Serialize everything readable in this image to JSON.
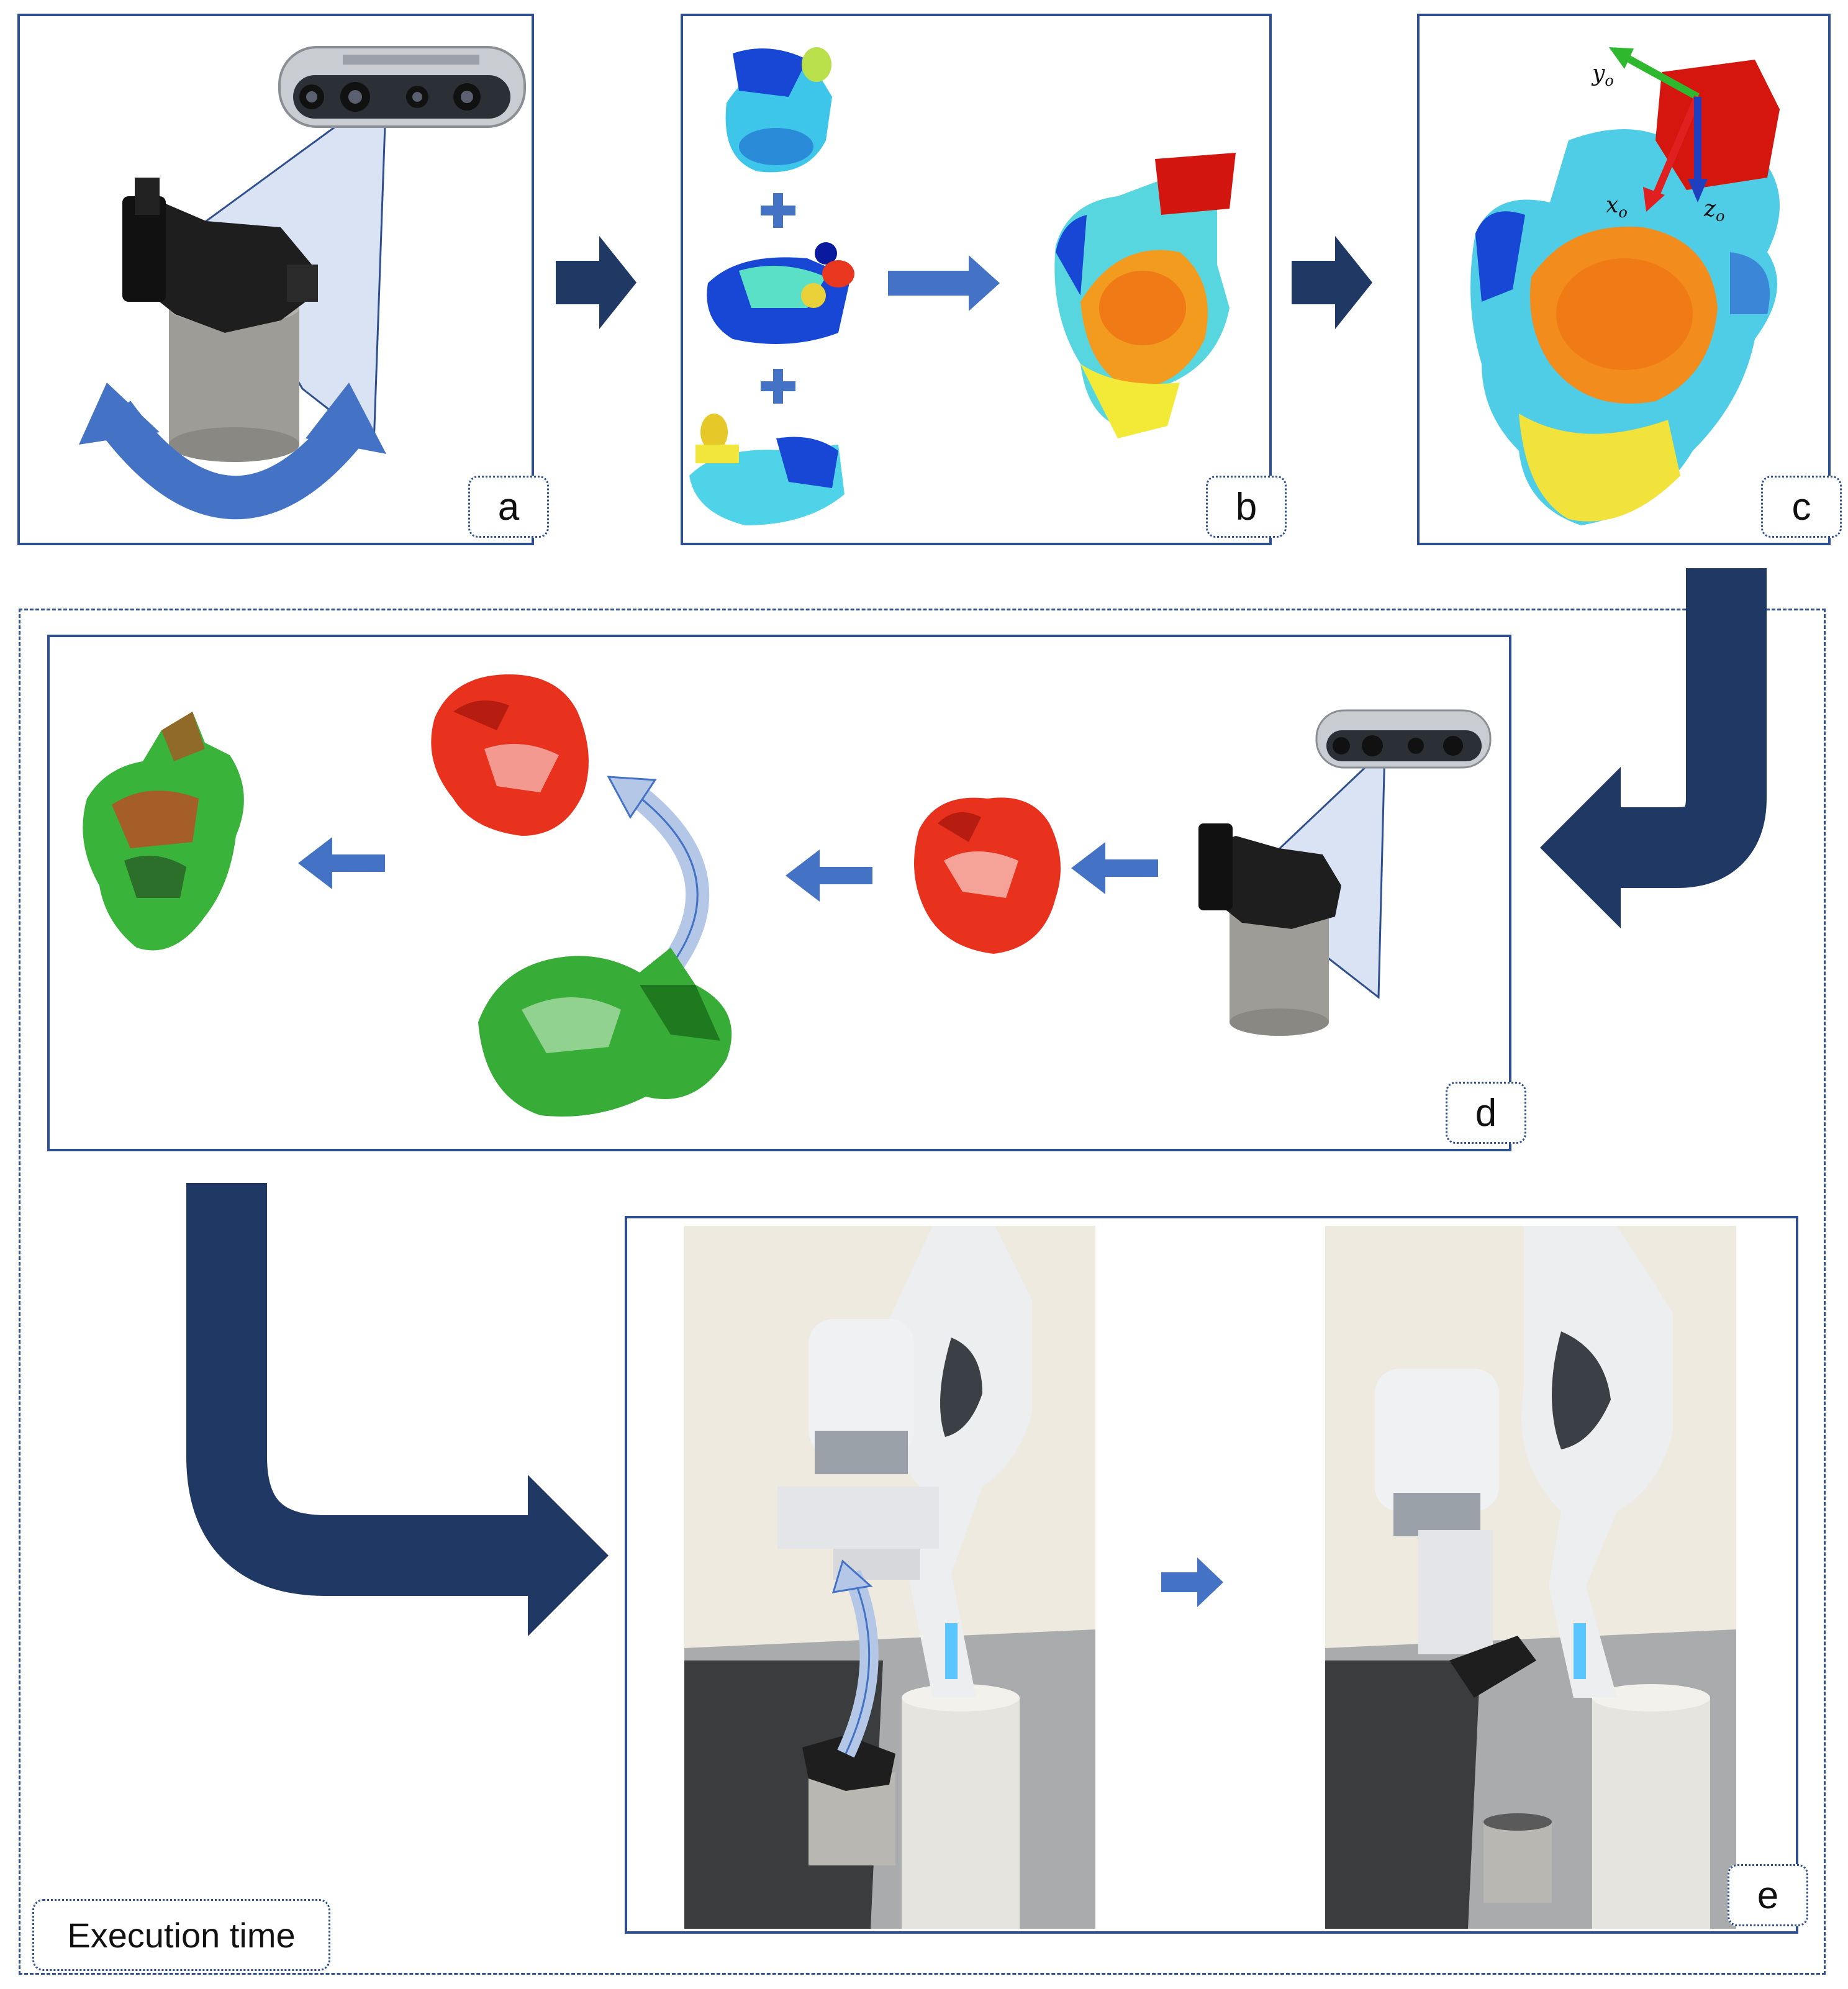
{
  "panels": {
    "a": {
      "label": "a"
    },
    "b": {
      "label": "b"
    },
    "c": {
      "label": "c"
    },
    "d": {
      "label": "d"
    },
    "e": {
      "label": "e"
    }
  },
  "axes": {
    "x": "x",
    "y": "y",
    "z": "z",
    "subscript": "o"
  },
  "execution_time": "Execution time",
  "colors": {
    "panel_border": "#2f4f8f",
    "dark_arrow": "#1f3864",
    "light_arrow": "#4472c4",
    "pale_arrow": "#b4c7e7",
    "red_cloud": "#e0301e",
    "green_cloud": "#2ea82e"
  },
  "icons": [
    "depth-camera-icon",
    "rotation-arrow-icon",
    "plus-icon",
    "point-cloud-icon",
    "robot-arm-icon",
    "coordinate-frame-icon"
  ]
}
